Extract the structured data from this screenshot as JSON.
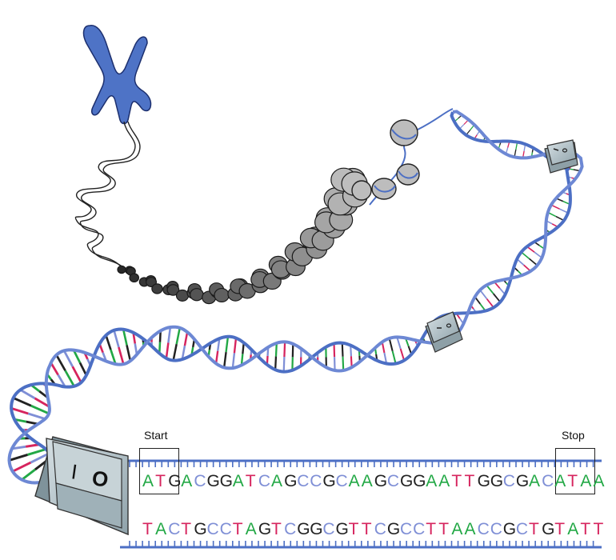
{
  "labels": {
    "start": "Start",
    "stop": "Stop"
  },
  "switch_symbols": {
    "on": "I",
    "off": "O"
  },
  "sequence": {
    "top": "ATGACGGATCAGCCGCAAGCGGAATTGGCGACATAA",
    "bottom": "TACTGCCTAGTCGGCGTTCGCCTTAACCGCTGTATT"
  },
  "colors": {
    "A": "#22a845",
    "T": "#d6245e",
    "G": "#222222",
    "C": "#7f8fd6",
    "backbone": "#4c6fc4",
    "chromosome": "#4e73c6",
    "nucleosome": "#bdbdbd",
    "switch": "#b9c7cc"
  }
}
